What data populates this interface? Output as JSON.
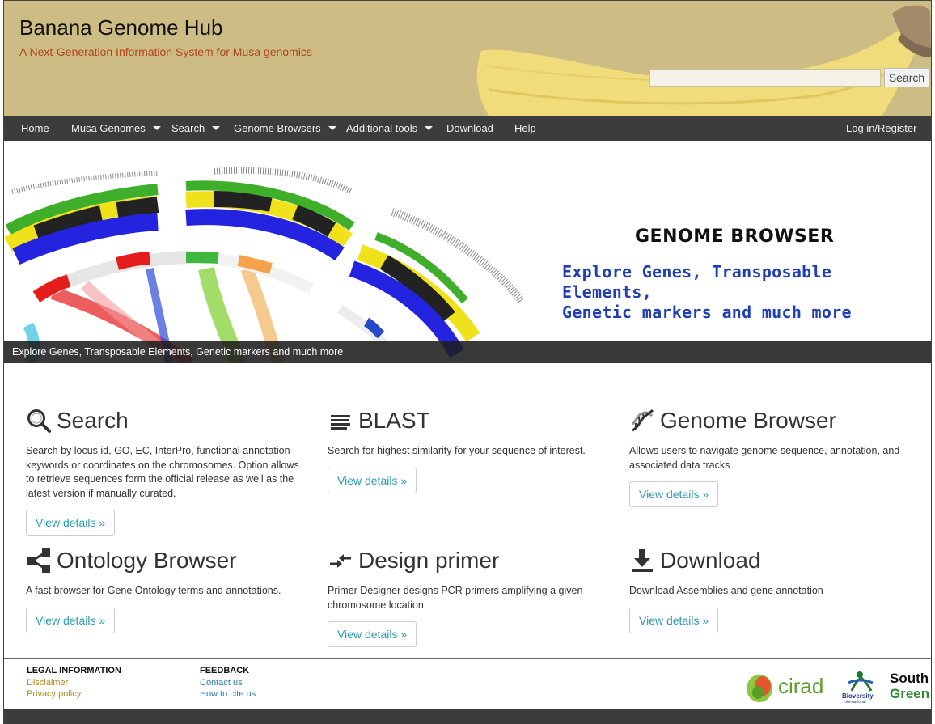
{
  "header": {
    "title": "Banana Genome Hub",
    "subtitle": "A Next-Generation Information System for Musa genomics",
    "search_placeholder": "",
    "search_button": "Search",
    "colors": {
      "background": "#cdbd85",
      "subtitle": "#b0451a"
    }
  },
  "nav": {
    "items": [
      {
        "label": "Home",
        "dropdown": false
      },
      {
        "label": "Musa Genomes",
        "dropdown": true
      },
      {
        "label": "Search",
        "dropdown": true
      },
      {
        "label": "Genome Browsers",
        "dropdown": true
      },
      {
        "label": "Additional tools",
        "dropdown": true
      },
      {
        "label": "Download",
        "dropdown": false
      },
      {
        "label": "Help",
        "dropdown": false
      }
    ],
    "login": "Log in/Register"
  },
  "banner": {
    "heading": "GENOME BROWSER",
    "tagline_line1": "Explore Genes, Transposable Elements,",
    "tagline_line2": "Genetic markers and much more",
    "caption": "Explore Genes, Transposable Elements, Genetic markers and much more"
  },
  "features": [
    {
      "title": "Search",
      "icon": "magnifier-icon",
      "desc": "Search by locus id, GO, EC, InterPro, functional annotation keywords or coordinates on the chromosomes. Option allows to retrieve sequences form the official release as well as the latest version if manually curated.",
      "button": "View details »"
    },
    {
      "title": "BLAST",
      "icon": "align-lines-icon",
      "desc": "Search for highest similarity for your sequence of interest.",
      "button": "View details »"
    },
    {
      "title": "Genome Browser",
      "icon": "dna-icon",
      "desc": "Allows users to navigate genome sequence, annotation, and associated data tracks",
      "button": "View details »"
    },
    {
      "title": "Ontology Browser",
      "icon": "share-nodes-icon",
      "desc": "A fast browser for Gene Ontology terms and annotations.",
      "button": "View details »"
    },
    {
      "title": "Design primer",
      "icon": "converge-arrows-icon",
      "desc": "Primer Designer designs PCR primers amplifying a given chromosome location",
      "button": "View details »"
    },
    {
      "title": "Download",
      "icon": "download-icon",
      "desc": "Download Assemblies and gene annotation",
      "button": "View details »"
    }
  ],
  "footer": {
    "legal_heading": "LEGAL INFORMATION",
    "legal_links": [
      "Disclaimer",
      "Privacy policy"
    ],
    "feedback_heading": "FEEDBACK",
    "feedback_links": [
      "Contact us",
      "How to cite us"
    ],
    "logos": {
      "cirad": "cirad",
      "bioversity": "Bioversity",
      "bioversity_sub": "International",
      "southgreen_1": "South",
      "southgreen_2": "Green"
    }
  }
}
